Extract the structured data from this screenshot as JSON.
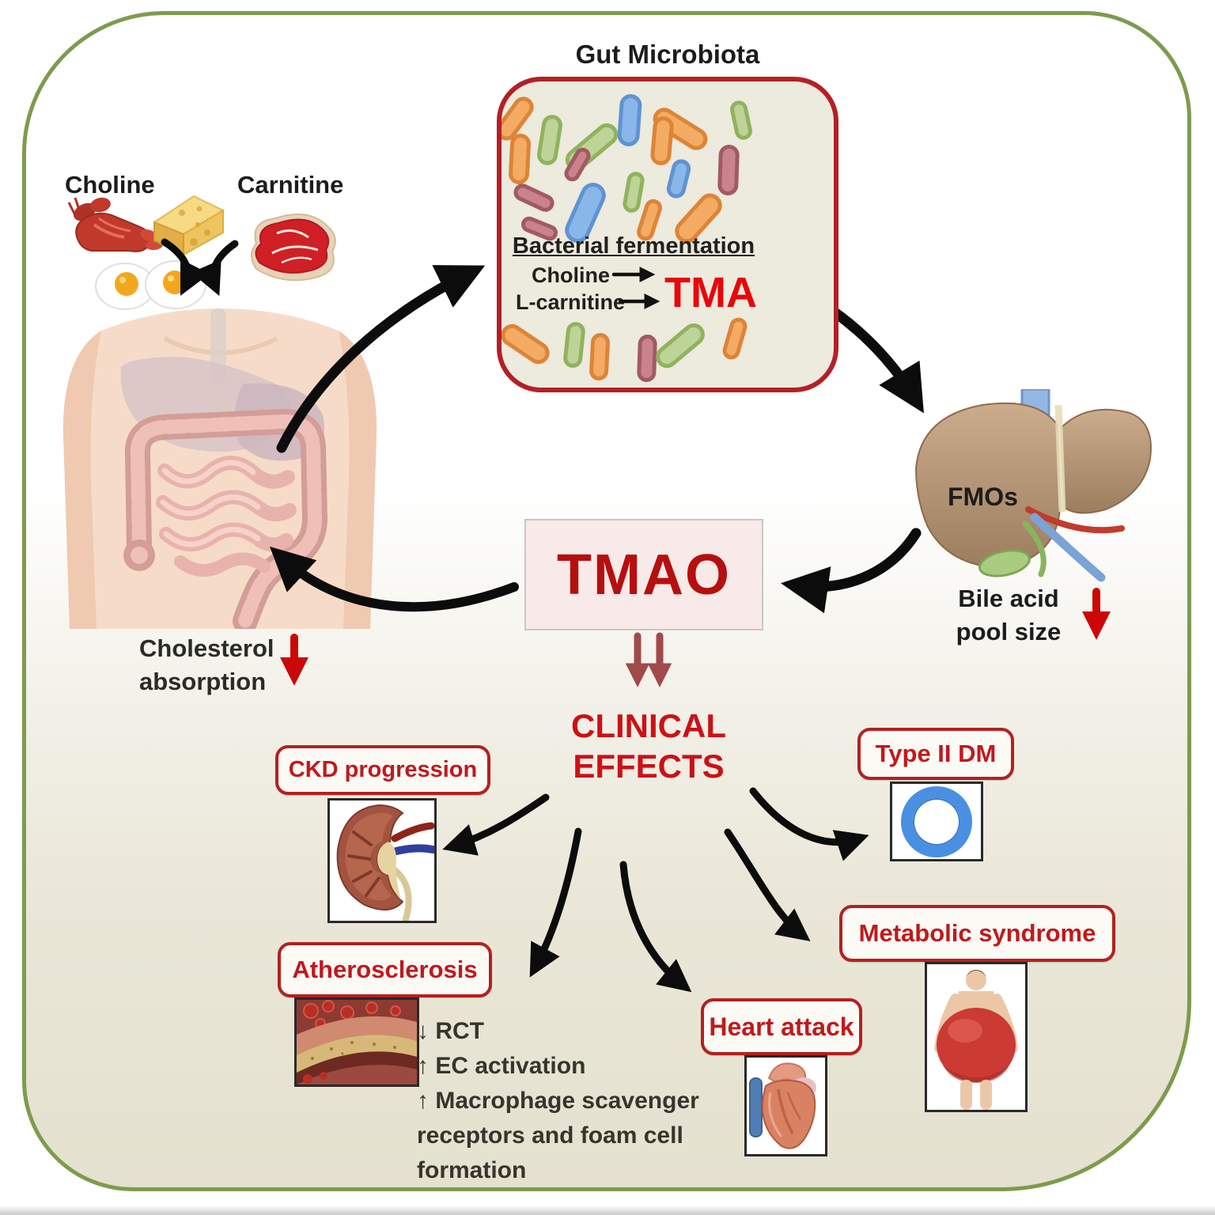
{
  "figure": {
    "gut_microbiota_title": "Gut Microbiota",
    "gut_box": {
      "fermentation_title": "Bacterial fermentation",
      "substrate_1": "Choline",
      "substrate_2": "L-carnitine",
      "product": "TMA"
    },
    "dietary_sources": {
      "choline_label": "Choline",
      "carnitine_label": "Carnitine"
    },
    "liver": {
      "enzyme_label": "FMOs",
      "bile_acid_line1": "Bile acid",
      "bile_acid_line2": "pool size"
    },
    "tmao_label": "TMAO",
    "clinical_effects_line1": "CLINICAL",
    "clinical_effects_line2": "EFFECTS",
    "cholesterol_line1": "Cholesterol",
    "cholesterol_line2": "absorption",
    "outcomes": {
      "ckd": "CKD progression",
      "type2dm": "Type II DM",
      "atherosclerosis": "Atherosclerosis",
      "heart_attack": "Heart attack",
      "metabolic_syndrome": "Metabolic syndrome"
    },
    "atherosclerosis_notes": [
      {
        "arrow": "↓",
        "text": "RCT"
      },
      {
        "arrow": "↑",
        "text": "EC activation"
      },
      {
        "arrow": "↑",
        "text": "Macrophage scavenger receptors and foam cell formation"
      }
    ],
    "colors": {
      "accent_red": "#c0191c",
      "tma_red": "#e8050c",
      "frame_green": "#7d9b4e",
      "diabetes_ring_blue": "#4a90e2",
      "flow_arrow_black": "#0c0c0c",
      "decrease_arrow_red": "#cc0707",
      "effects_arrow_brick": "#a04a4a"
    }
  }
}
